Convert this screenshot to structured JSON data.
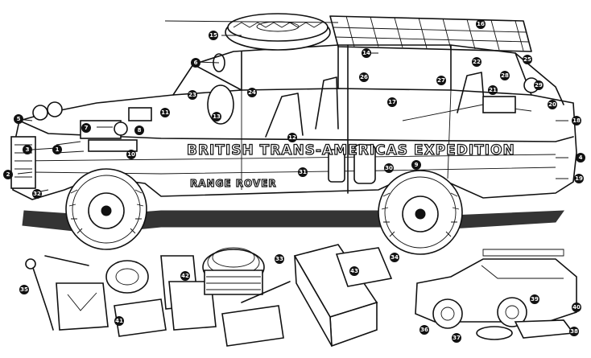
{
  "livery": {
    "line1": "BRITISH TRANS-AMERICAS EXPEDITION",
    "line2": "RANGE ROVER"
  },
  "callouts": [
    {
      "id": "c1",
      "label": "1"
    },
    {
      "id": "c2",
      "label": "2"
    },
    {
      "id": "c3",
      "label": "3"
    },
    {
      "id": "c4",
      "label": "4"
    },
    {
      "id": "c5",
      "label": "5"
    },
    {
      "id": "c6",
      "label": "6"
    },
    {
      "id": "c7",
      "label": "7"
    },
    {
      "id": "c8",
      "label": "8"
    },
    {
      "id": "c9",
      "label": "9"
    },
    {
      "id": "c10",
      "label": "10"
    },
    {
      "id": "c11",
      "label": "11"
    },
    {
      "id": "c12",
      "label": "12"
    },
    {
      "id": "c13",
      "label": "13"
    },
    {
      "id": "c14",
      "label": "14"
    },
    {
      "id": "c15",
      "label": "15"
    },
    {
      "id": "c16",
      "label": "16"
    },
    {
      "id": "c17",
      "label": "17"
    },
    {
      "id": "c18",
      "label": "18"
    },
    {
      "id": "c19",
      "label": "19"
    },
    {
      "id": "c20",
      "label": "20"
    },
    {
      "id": "c21",
      "label": "21"
    },
    {
      "id": "c22",
      "label": "22"
    },
    {
      "id": "c23",
      "label": "23"
    },
    {
      "id": "c24",
      "label": "24"
    },
    {
      "id": "c25",
      "label": "25"
    },
    {
      "id": "c26",
      "label": "26"
    },
    {
      "id": "c27",
      "label": "27"
    },
    {
      "id": "c28",
      "label": "28"
    },
    {
      "id": "c29",
      "label": "29"
    },
    {
      "id": "c30",
      "label": "30"
    },
    {
      "id": "c31",
      "label": "31"
    },
    {
      "id": "c32",
      "label": "32"
    },
    {
      "id": "c33",
      "label": "33"
    },
    {
      "id": "c34",
      "label": "34"
    },
    {
      "id": "c35",
      "label": "35"
    },
    {
      "id": "c36",
      "label": "36"
    },
    {
      "id": "c37",
      "label": "37"
    },
    {
      "id": "c38",
      "label": "38"
    },
    {
      "id": "c39",
      "label": "39"
    },
    {
      "id": "c40",
      "label": "40"
    },
    {
      "id": "c41",
      "label": "41"
    },
    {
      "id": "c42",
      "label": "42"
    },
    {
      "id": "c43",
      "label": "43"
    }
  ]
}
